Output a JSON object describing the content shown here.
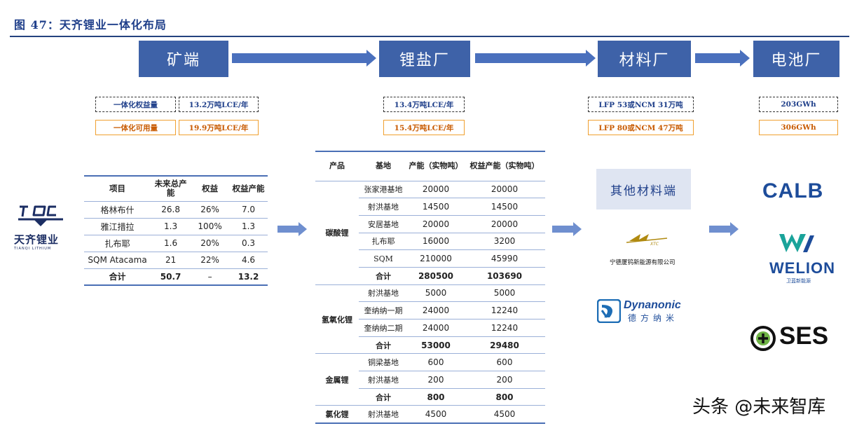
{
  "figure_title": "图 47：天齐锂业一体化布局",
  "stages": {
    "mine": "矿端",
    "salt": "锂盐厂",
    "material": "材料厂",
    "battery": "电池厂"
  },
  "capacity_boxes": {
    "mine_equity_label": "一体化权益量",
    "mine_equity_value": "13.2万吨LCE/年",
    "mine_usable_label": "一体化可用量",
    "mine_usable_value": "19.9万吨LCE/年",
    "salt_equity": "13.4万吨LCE/年",
    "salt_usable": "15.4万吨LCE/年",
    "material_equity": "LFP 53或NCM 31万吨",
    "material_usable": "LFP 80或NCM 47万吨",
    "battery_equity": "203GWh",
    "battery_usable": "306GWh"
  },
  "company_logo": {
    "mark": "TQC",
    "name": "天齐锂业",
    "sub": "TIANQI LITHIUM"
  },
  "mine_table": {
    "headers": [
      "项目",
      "未来总产能",
      "权益",
      "权益产能"
    ],
    "rows": [
      [
        "格林布什",
        "26.8",
        "26%",
        "7.0"
      ],
      [
        "雅江措拉",
        "1.3",
        "100%",
        "1.3"
      ],
      [
        "扎布耶",
        "1.6",
        "20%",
        "0.3"
      ],
      [
        "SQM Atacama",
        "21",
        "22%",
        "4.6"
      ]
    ],
    "total": [
      "合计",
      "50.7",
      "–",
      "13.2"
    ]
  },
  "plant_table": {
    "headers": [
      "产品",
      "基地",
      "产能（实物吨）",
      "权益产能（实物吨）"
    ],
    "groups": [
      {
        "product": "碳酸锂",
        "rows": [
          [
            "张家港基地",
            "20000",
            "20000"
          ],
          [
            "射洪基地",
            "14500",
            "14500"
          ],
          [
            "安居基地",
            "20000",
            "20000"
          ],
          [
            "扎布耶",
            "16000",
            "3200"
          ],
          [
            "SQM",
            "210000",
            "45990"
          ]
        ],
        "total": [
          "合计",
          "280500",
          "103690"
        ]
      },
      {
        "product": "氢氧化锂",
        "rows": [
          [
            "射洪基地",
            "5000",
            "5000"
          ],
          [
            "奎纳纳一期",
            "24000",
            "12240"
          ],
          [
            "奎纳纳二期",
            "24000",
            "12240"
          ]
        ],
        "total": [
          "合计",
          "53000",
          "29480"
        ]
      },
      {
        "product": "金属锂",
        "rows": [
          [
            "铜梁基地",
            "600",
            "600"
          ],
          [
            "射洪基地",
            "200",
            "200"
          ]
        ],
        "total": [
          "合计",
          "800",
          "800"
        ]
      },
      {
        "product": "氯化锂",
        "rows": [
          [
            "射洪基地",
            "4500",
            "4500"
          ]
        ],
        "total": null
      }
    ]
  },
  "materials": {
    "other_label": "其他材料端",
    "xtc_mark": "XTC",
    "xtc_name": "宁德厦钨新能源有限公司",
    "dynanonic_en": "Dynanonic",
    "dynanonic_cn": "德方纳米"
  },
  "batteries": {
    "calb": "CALB",
    "welion": "WELION",
    "welion_cn": "卫蓝新能源",
    "ses": "SES"
  },
  "watermark": "头条 @未来智库",
  "colors": {
    "stage_fill": "#3e62a8",
    "title_blue": "#1f3f8a",
    "orange": "#f0a030"
  }
}
